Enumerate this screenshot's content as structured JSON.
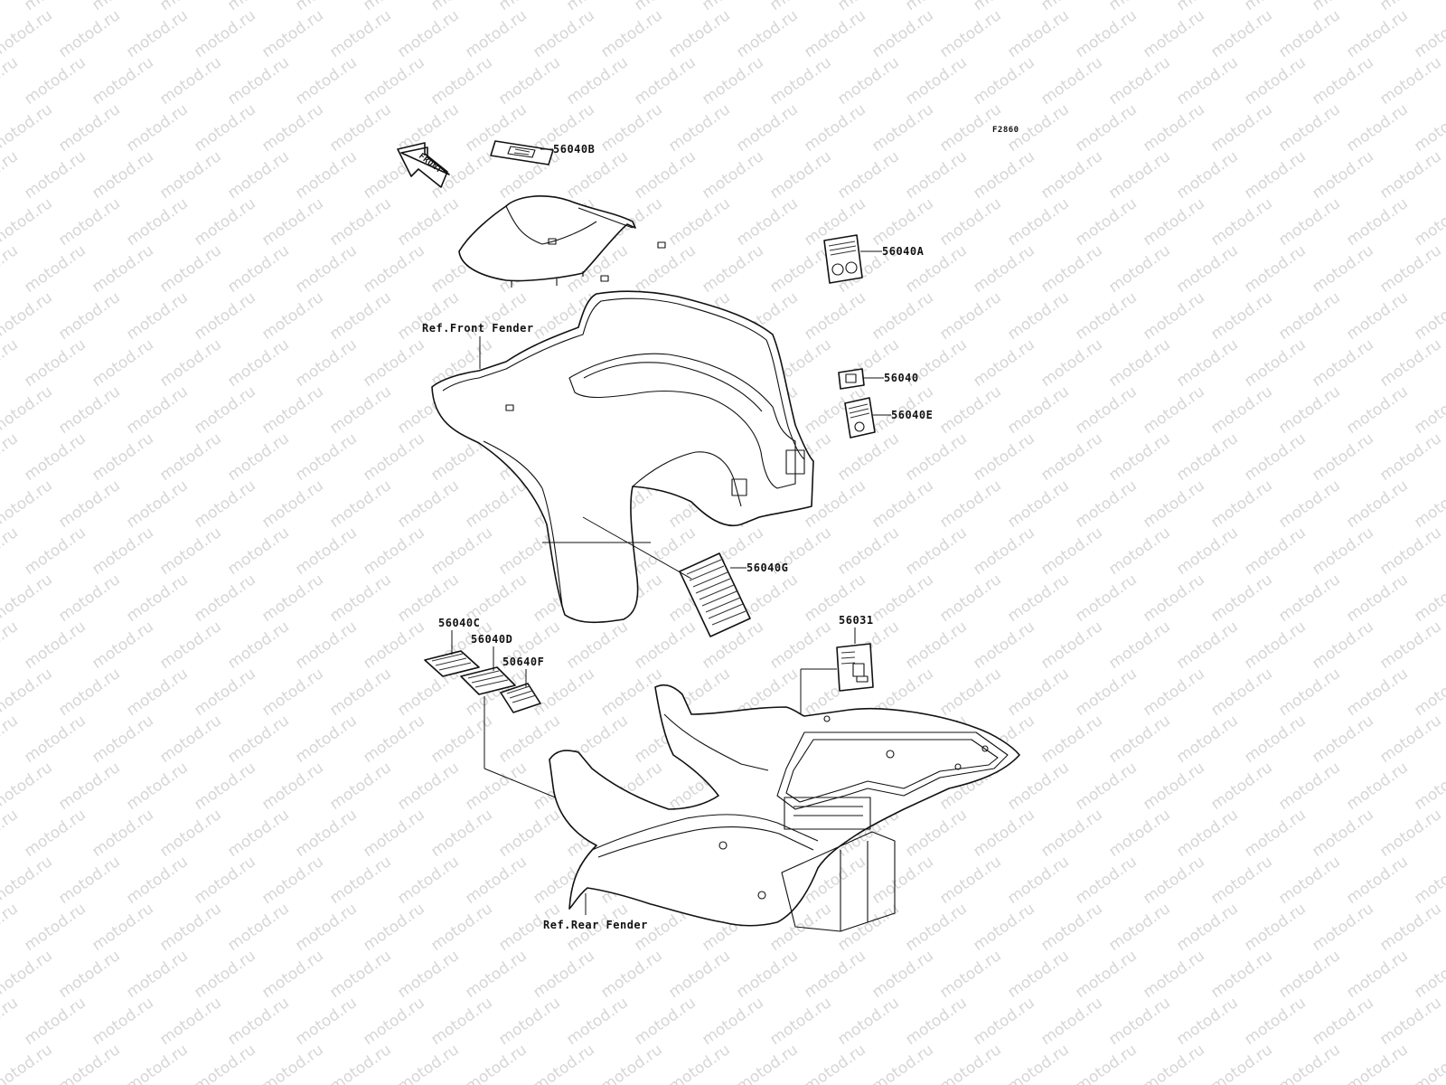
{
  "figure_code": "F2860",
  "front_arrow_label": "FRONT",
  "watermark_text": "motod.ru",
  "references": {
    "front_fender": "Ref.Front Fender",
    "rear_fender": "Ref.Rear Fender"
  },
  "parts": {
    "p56040B": "56040B",
    "p56040A": "56040A",
    "p56040": "56040",
    "p56040E": "56040E",
    "p56040G": "56040G",
    "p56040C": "56040C",
    "p56040D": "56040D",
    "p50640F": "50640F",
    "p56031": "56031"
  },
  "colors": {
    "line": "#111111",
    "watermark": "#d6d6d6",
    "background": "#ffffff"
  }
}
